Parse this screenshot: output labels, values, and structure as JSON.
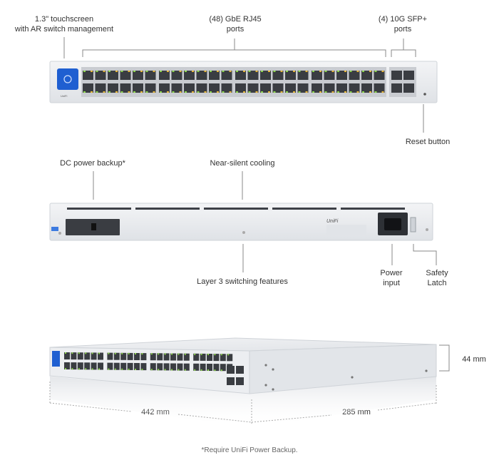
{
  "front_view": {
    "touchscreen_label": "1.3\" touchscreen\nwith AR switch management",
    "rj45_label": "(48) GbE RJ45\nports",
    "sfp_label": "(4) 10G SFP+\nports",
    "reset_label": "Reset button",
    "brand_text": "UniFi"
  },
  "rear_view": {
    "dc_label": "DC power backup*",
    "cooling_label": "Near-silent cooling",
    "layer3_label": "Layer 3 switching features",
    "power_label": "Power\ninput",
    "latch_label": "Safety\nLatch"
  },
  "iso_view": {
    "width_label": "442 mm",
    "depth_label": "285 mm",
    "height_label": "44 mm"
  },
  "footnote": "*Require UniFi Power Backup.",
  "colors": {
    "chassis": "#e9ebee",
    "port": "#3a3d42",
    "led_green": "#8bd64b",
    "led_amber": "#e7b73a",
    "screen": "#1f5fd1",
    "callout": "#888888"
  }
}
